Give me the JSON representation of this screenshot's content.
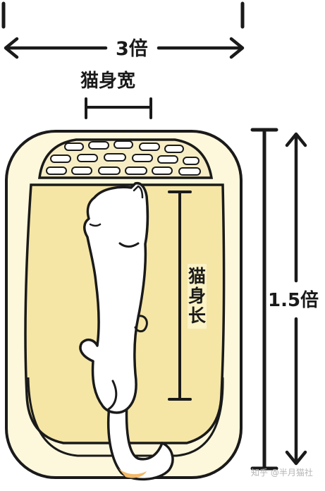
{
  "labels": {
    "width_ratio": "3倍",
    "cat_width": "猫身宽",
    "cat_length": "猫身长",
    "height_ratio": "1.5倍"
  },
  "watermark": "知乎 @半月猫社",
  "colors": {
    "outline": "#1a1a1a",
    "tray_outer": "#fdf8dc",
    "tray_inner": "#f5e6a6",
    "litter_fill": "#f7edc4",
    "cat": "#ffffff",
    "tail_patch": "#f1b96a",
    "background": "#ffffff"
  },
  "icons": {
    "cat": "sleeping-cat-illustration",
    "litter_box": "litter-box-illustration"
  }
}
